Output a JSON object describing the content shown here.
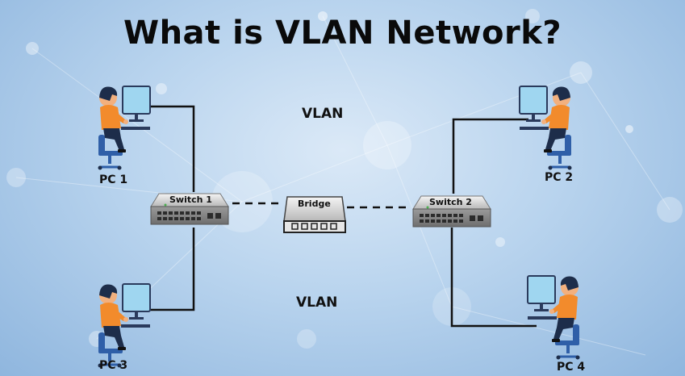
{
  "title": "What is VLAN Network?",
  "vlan_labels": [
    "VLAN",
    "VLAN"
  ],
  "pcs": [
    "PC 1",
    "PC 2",
    "PC 3",
    "PC 4"
  ],
  "switches": [
    "Switch 1",
    "Switch 2"
  ],
  "bridge": "Bridge",
  "colors": {
    "background": "#b9d4ee",
    "person_shirt": "#f28b2c",
    "person_hair": "#1d2d4a",
    "monitor": "#9fd6f0",
    "chair": "#2f5fa8",
    "device_body": "#9a9a9a",
    "link_line": "#111111"
  },
  "icons": [
    "user-at-computer-icon",
    "network-switch-icon",
    "network-bridge-icon"
  ]
}
